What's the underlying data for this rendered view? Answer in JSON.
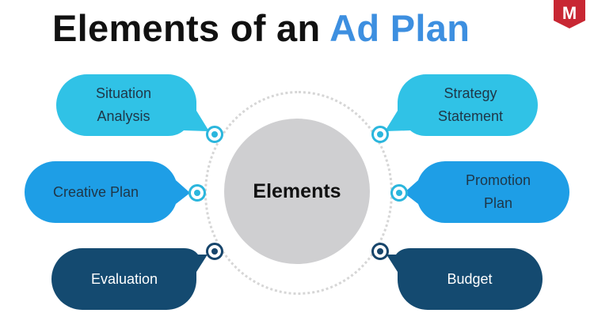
{
  "title": {
    "prefix": "Elements of an",
    "accent": "Ad Plan"
  },
  "logo": {
    "letter": "M"
  },
  "center": {
    "label": "Elements"
  },
  "nodes": {
    "situation_analysis": "Situation\nAnalysis",
    "strategy_statement": "Strategy\nStatement",
    "creative_plan": "Creative Plan",
    "promotion_plan": "Promotion\nPlan",
    "evaluation": "Evaluation",
    "budget": "Budget"
  },
  "colors": {
    "cyan": "#30c2e6",
    "blue": "#1e9ee6",
    "navy": "#144a70",
    "accent": "#3d8fe0",
    "center": "#cfcfd1",
    "logo": "#c82733"
  }
}
